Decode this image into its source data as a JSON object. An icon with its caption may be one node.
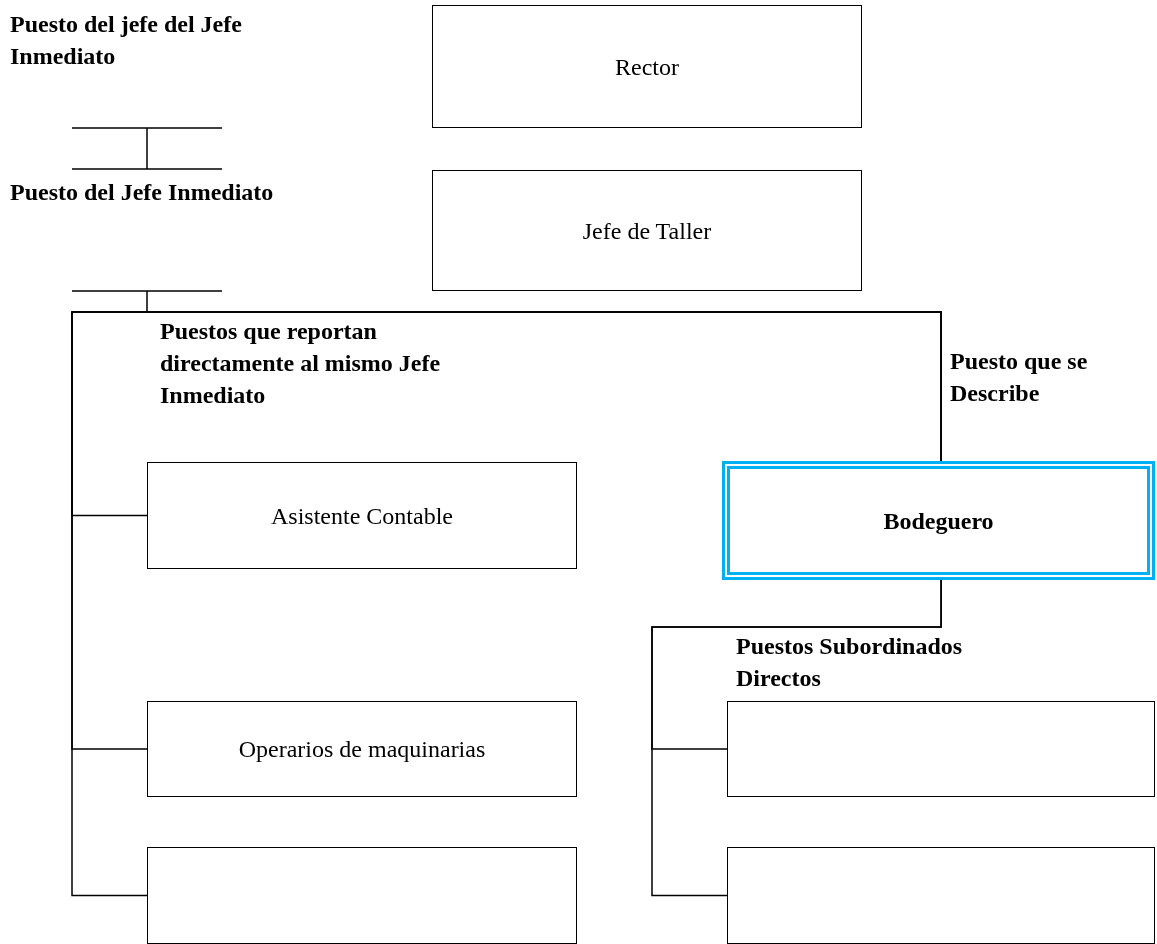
{
  "diagram": {
    "nodes": [
      {
        "text": [
          "Rector"
        ]
      },
      {
        "text": [
          "Jefe de Taller"
        ]
      },
      {
        "text": [
          "Asistente Contable"
        ]
      },
      {
        "text": [
          "Bodeguero"
        ]
      },
      {
        "text": [
          "Operarios de maquinarias"
        ]
      },
      {
        "text": [],
        "shape": "box"
      },
      {
        "text": [],
        "shape": "box"
      },
      {
        "text": [],
        "shape": "box"
      }
    ],
    "edges": [
      {
        "from": 3,
        "to": 2,
        "arrow": "none"
      },
      {
        "from": 3,
        "to": 4,
        "arrow": "none"
      },
      {
        "from": 3,
        "to": 5,
        "arrow": "none"
      },
      {
        "from": 3,
        "to": 6,
        "arrow": "none"
      },
      {
        "from": 3,
        "to": 7,
        "arrow": "none"
      }
    ],
    "labels": [
      "Puesto del jefe del Jefe Inmediato",
      "Puesto del Jefe Inmediato",
      "Puestos que reportan directamente al mismo Jefe Inmediato",
      "Puesto que se Describe",
      "Puestos Subordinados Directos"
    ]
  }
}
